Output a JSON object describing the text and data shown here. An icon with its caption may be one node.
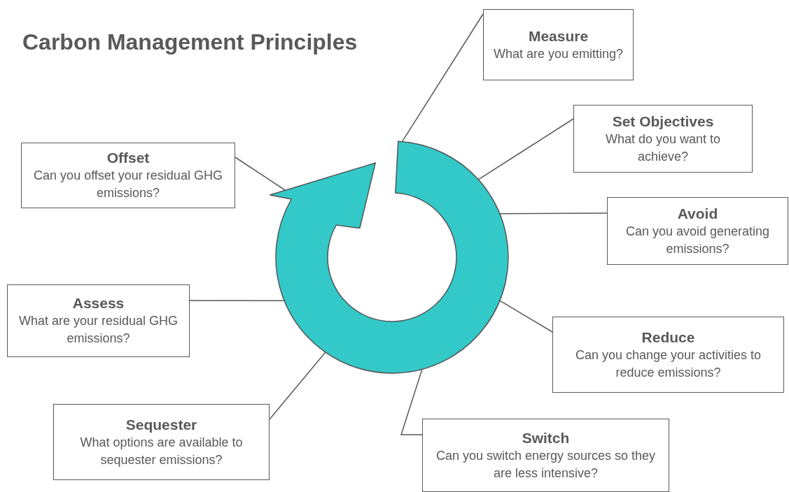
{
  "diagram": {
    "title": "Carbon Management Principles",
    "nodes": [
      {
        "text": [
          "Measure",
          "What are you emitting?"
        ]
      },
      {
        "text": [
          "Set Objectives",
          "What do you want to achieve?"
        ]
      },
      {
        "text": [
          "Offset",
          "Can you offset your residual GHG emissions?"
        ]
      },
      {
        "text": [
          "Avoid",
          "Can you avoid generating emissions?"
        ]
      },
      {
        "text": [
          "Assess",
          "What are your residual GHG emissions?"
        ]
      },
      {
        "text": [
          "Reduce",
          "Can you change your activities to reduce emissions?"
        ]
      },
      {
        "text": [
          "Sequester",
          "What options are available to sequester emissions?"
        ]
      },
      {
        "text": [
          "Switch",
          "Can you switch energy sources so they are less intensive?"
        ]
      },
      {
        "text": [],
        "shape": "circle"
      }
    ],
    "edges": [
      {
        "from": 0,
        "to": 8,
        "arrow": "none"
      },
      {
        "from": 1,
        "to": 8,
        "arrow": "none"
      },
      {
        "from": 2,
        "to": 8,
        "arrow": "none"
      },
      {
        "from": 3,
        "to": 8,
        "arrow": "none"
      },
      {
        "from": 4,
        "to": 8,
        "arrow": "none"
      },
      {
        "from": 5,
        "to": 8,
        "arrow": "none"
      },
      {
        "from": 6,
        "to": 8,
        "arrow": "none"
      },
      {
        "from": 7,
        "to": 8,
        "arrow": "none"
      }
    ]
  }
}
